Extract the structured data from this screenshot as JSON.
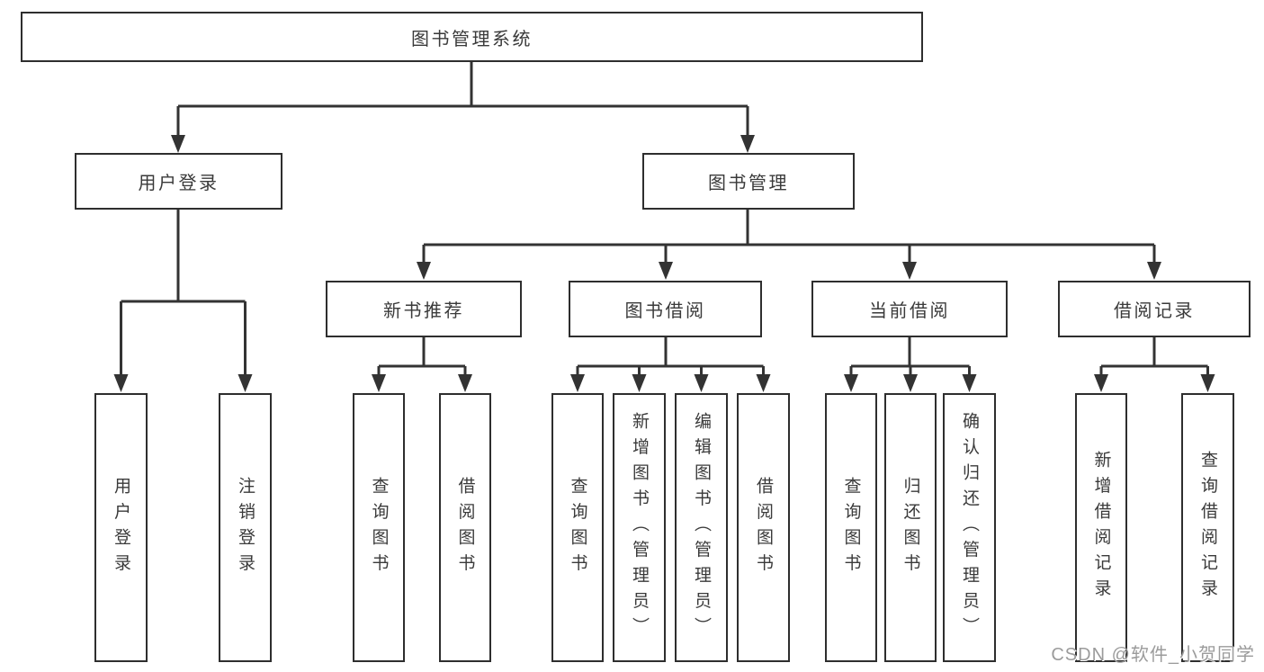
{
  "tree": {
    "root": {
      "label": "图书管理系统"
    },
    "branches": [
      {
        "label": "用户登录",
        "leaves": [
          {
            "label": "用户登录"
          },
          {
            "label": "注销登录"
          }
        ]
      },
      {
        "label": "图书管理",
        "groups": [
          {
            "label": "新书推荐",
            "leaves": [
              {
                "label": "查询图书"
              },
              {
                "label": "借阅图书"
              }
            ]
          },
          {
            "label": "图书借阅",
            "leaves": [
              {
                "label": "查询图书"
              },
              {
                "label": "新增图书（管理员）"
              },
              {
                "label": "编辑图书（管理员）"
              },
              {
                "label": "借阅图书"
              }
            ]
          },
          {
            "label": "当前借阅",
            "leaves": [
              {
                "label": "查询图书"
              },
              {
                "label": "归还图书"
              },
              {
                "label": "确认归还（管理员）"
              }
            ]
          },
          {
            "label": "借阅记录",
            "leaves": [
              {
                "label": "新增借阅记录"
              },
              {
                "label": "查询借阅记录"
              }
            ]
          }
        ]
      }
    ]
  },
  "watermark": "CSDN @软件_小贺同学",
  "colors": {
    "line": "#333333",
    "box_border": "#2e2e2e",
    "text": "#3a3a3a",
    "watermark_text": "#9b9b9b",
    "background": "#ffffff"
  }
}
